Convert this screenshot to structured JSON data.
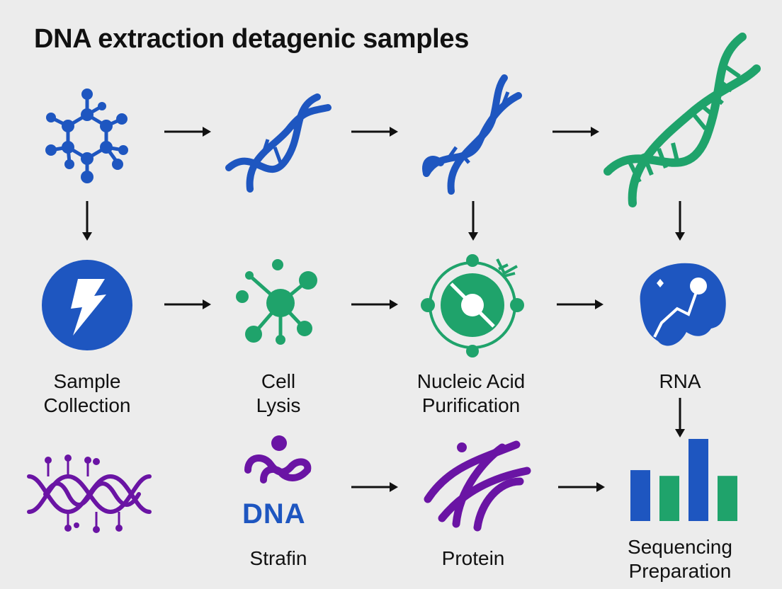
{
  "title": "DNA extraction detagenic samples",
  "colors": {
    "blue": "#1e56c0",
    "green": "#1fa36b",
    "purple": "#6a14a4",
    "arrow": "#111111",
    "background": "#ececec"
  },
  "labels": {
    "sample_collection": [
      "Sample",
      "Collection"
    ],
    "cell_lysis": [
      "Cell",
      "Lysis"
    ],
    "nucleic_acid_purification": [
      "Nucleic Acid",
      "Purification"
    ],
    "rna": "RNA",
    "strafin": "Strafin",
    "protein": "Protein",
    "sequencing_preparation": [
      "Sequencing",
      "Preparation"
    ]
  },
  "dna_icon_text": "DNA",
  "icons": [
    "molecule-network-icon",
    "dna-helix-blue-icon",
    "dna-helix-blue-broken-icon",
    "dna-helix-green-icon",
    "lightning-circle-icon",
    "cell-molecule-icon",
    "purification-ring-icon",
    "brain-head-icon",
    "purple-chain-icon",
    "strafin-figure-icon",
    "protein-ribbon-icon",
    "bar-chart-icon"
  ],
  "bar_chart": {
    "bars": [
      {
        "value": 0.62,
        "color": "#1e56c0"
      },
      {
        "value": 0.55,
        "color": "#1fa36b"
      },
      {
        "value": 1.0,
        "color": "#1e56c0"
      },
      {
        "value": 0.55,
        "color": "#1fa36b"
      }
    ]
  }
}
